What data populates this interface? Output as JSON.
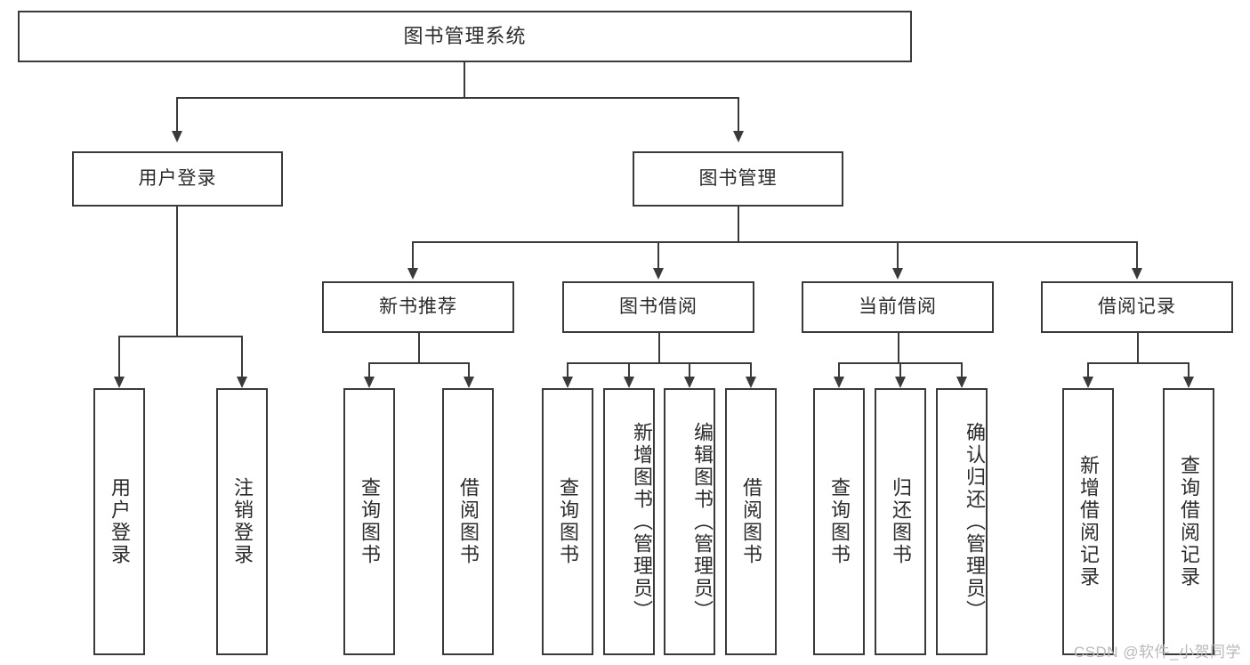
{
  "diagram": {
    "title": "图书管理系统",
    "root": {
      "label": "图书管理系统"
    },
    "level2": [
      {
        "label": "用户登录"
      },
      {
        "label": "图书管理"
      }
    ],
    "level3": [
      {
        "label": "新书推荐"
      },
      {
        "label": "图书借阅"
      },
      {
        "label": "当前借阅"
      },
      {
        "label": "借阅记录"
      }
    ],
    "leaves": {
      "user_login": [
        {
          "label": "用户登录"
        },
        {
          "label": "注销登录"
        }
      ],
      "new_book": [
        {
          "label": "查询图书"
        },
        {
          "label": "借阅图书"
        }
      ],
      "book_borrow": [
        {
          "label": "查询图书"
        },
        {
          "label": "新增图书（管理员）"
        },
        {
          "label": "编辑图书（管理员）"
        },
        {
          "label": "借阅图书"
        }
      ],
      "current_borrow": [
        {
          "label": "查询图书"
        },
        {
          "label": "归还图书"
        },
        {
          "label": "确认归还（管理员）"
        }
      ],
      "borrow_record": [
        {
          "label": "新增借阅记录"
        },
        {
          "label": "查询借阅记录"
        }
      ]
    }
  },
  "watermark": {
    "text": "CSDN @软件_小贺同学"
  },
  "colors": {
    "stroke": "#3a3a3a",
    "text": "#2b2b2b",
    "background": "#ffffff",
    "watermark": "#b9b9b9"
  }
}
